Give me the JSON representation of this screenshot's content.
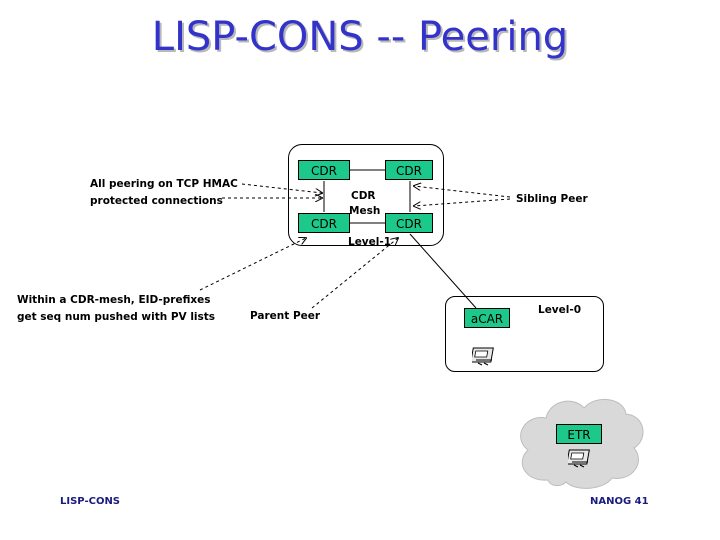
{
  "slide": {
    "title": "LISP-CONS -- Peering",
    "footer_left": "LISP-CONS",
    "footer_right": "NANOG 41"
  },
  "nodes": {
    "cdr": "CDR",
    "acar": "aCAR",
    "etr": "ETR"
  },
  "labels": {
    "mesh_line1": "CDR",
    "mesh_line2": "Mesh",
    "level1": "Level-1",
    "level0": "Level-0",
    "peering_line1": "All peering on TCP HMAC",
    "peering_line2": "protected connections",
    "sibling": "Sibling Peer",
    "within_line1": "Within a CDR-mesh, EID-prefixes",
    "within_line2": "get seq num pushed with PV lists",
    "parent": "Parent Peer"
  },
  "icons": [
    "router-icon"
  ]
}
